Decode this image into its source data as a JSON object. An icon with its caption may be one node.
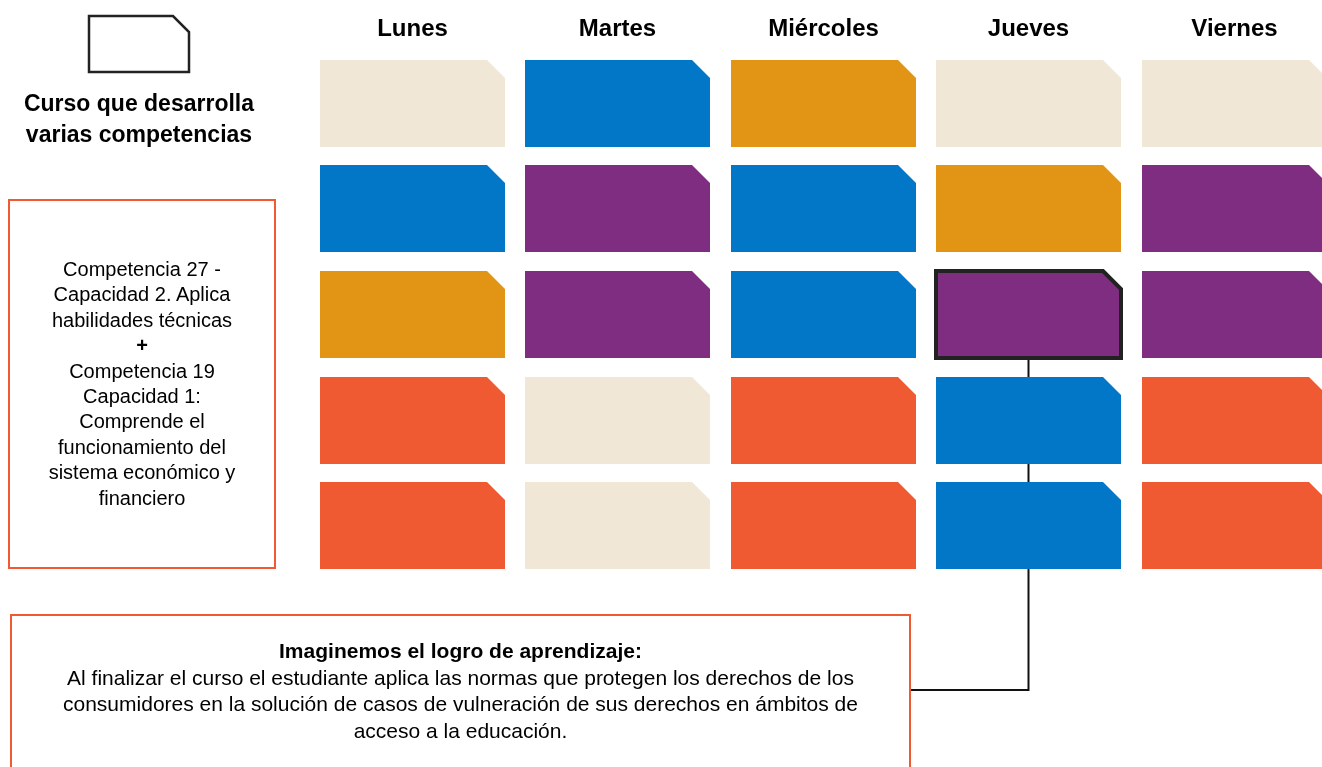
{
  "diagram": {
    "nodes": [
      {
        "text": [
          "Competencia 27 - Capacidad 2. Aplica habilidades técnicas",
          "+",
          "Competencia 19 Capacidad 1: Comprende el funcionamiento del sistema económico y financiero"
        ]
      },
      {
        "text": [],
        "shape": "box"
      },
      {
        "text": [],
        "shape": "box"
      },
      {
        "text": [],
        "shape": "box"
      },
      {
        "text": [],
        "shape": "box"
      },
      {
        "text": [],
        "shape": "box"
      },
      {
        "text": [],
        "shape": "box"
      },
      {
        "text": [],
        "shape": "box"
      },
      {
        "text": [],
        "shape": "box"
      },
      {
        "text": [],
        "shape": "box"
      },
      {
        "text": [],
        "shape": "box"
      },
      {
        "text": [],
        "shape": "box"
      },
      {
        "text": [],
        "shape": "box"
      },
      {
        "text": [],
        "shape": "box"
      },
      {
        "text": [],
        "shape": "box"
      },
      {
        "text": [],
        "shape": "box"
      },
      {
        "text": [],
        "shape": "box"
      },
      {
        "text": [],
        "shape": "box"
      },
      {
        "text": [],
        "shape": "box"
      },
      {
        "text": [],
        "shape": "box"
      },
      {
        "text": [],
        "shape": "box"
      },
      {
        "text": [],
        "shape": "box"
      },
      {
        "text": [],
        "shape": "box"
      },
      {
        "text": [],
        "shape": "box"
      },
      {
        "text": [],
        "shape": "box"
      },
      {
        "text": [],
        "shape": "box"
      },
      {
        "text": [
          "Imaginemos el logro de aprendizaje:",
          "Al finalizar el curso el estudiante aplica las normas que protegen los derechos de los consumidores en la solución de casos de vulneración de sus derechos en ámbitos de acceso a la educación."
        ]
      }
    ],
    "edges": [
      {
        "from": 14,
        "to": 26,
        "arrow": "none"
      }
    ],
    "labels": [
      "Lunes",
      "Martes",
      "Miércoles",
      "Jueves",
      "Viernes"
    ],
    "legend": [
      {
        "text": "Curso que desarrolla varias competencias"
      }
    ]
  }
}
